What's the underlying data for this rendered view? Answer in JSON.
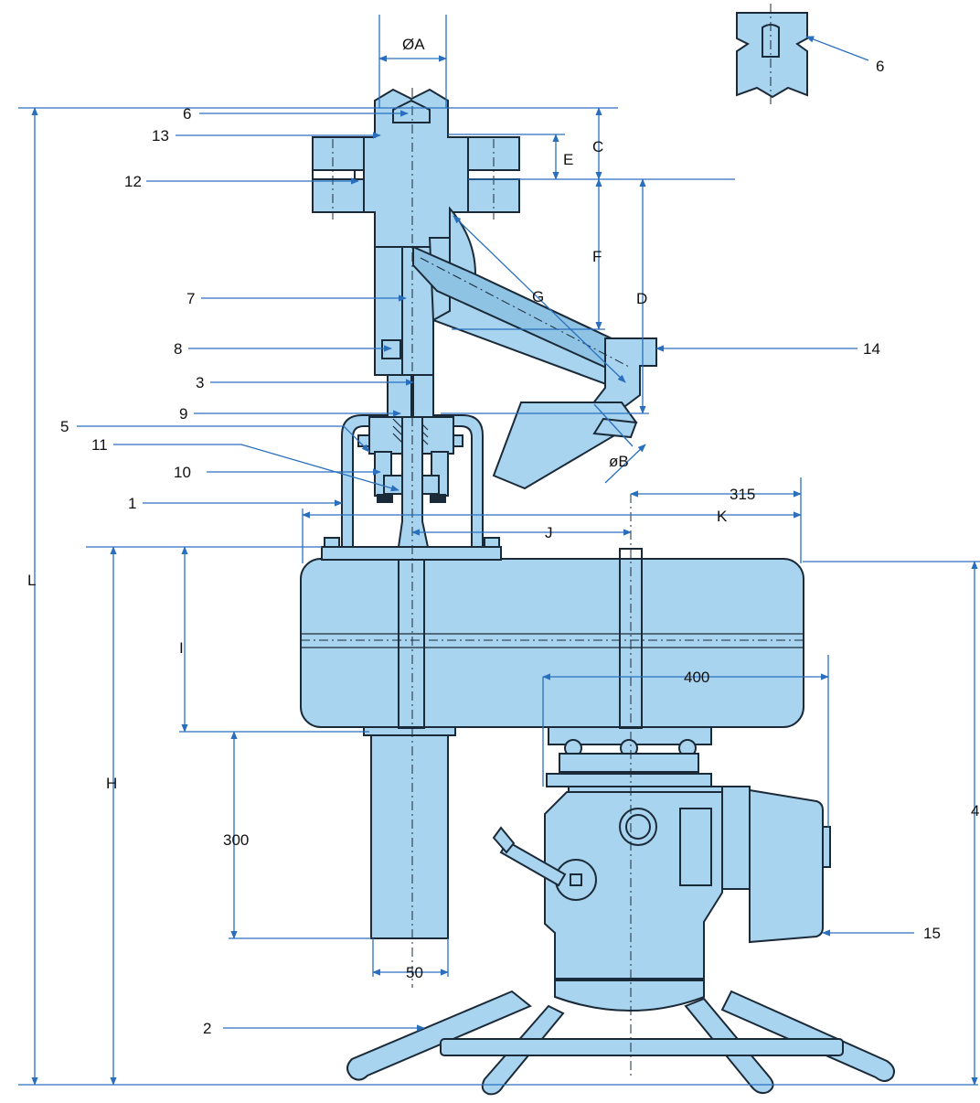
{
  "colors": {
    "fill": "#a9d4ef",
    "fill_dark": "#8fc3e4",
    "stroke": "#1b2a38",
    "dimension_line": "#2a6fbd",
    "background": "#ffffff"
  },
  "dimension_labels": {
    "phi_a": "ØA",
    "phi_b": "øB",
    "c": "C",
    "d": "D",
    "e": "E",
    "f": "F",
    "g": "G",
    "h": "H",
    "i": "I",
    "j": "J",
    "k": "K",
    "l": "L",
    "d315": "315",
    "d400": "400",
    "d300": "300",
    "d50": "50",
    "d4": "4"
  },
  "part_callouts": {
    "p1": "1",
    "p2": "2",
    "p3": "3",
    "p5": "5",
    "p6": "6",
    "p6_detail": "6",
    "p7": "7",
    "p8": "8",
    "p9": "9",
    "p10": "10",
    "p11": "11",
    "p12": "12",
    "p13": "13",
    "p14": "14",
    "p15": "15"
  }
}
